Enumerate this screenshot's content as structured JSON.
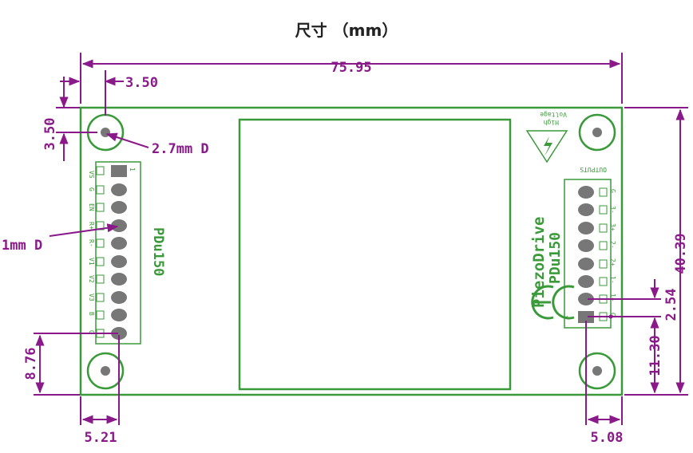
{
  "title": "尺寸 （mm）",
  "dimensions": {
    "width": "75.95",
    "height": "40.39",
    "hole_offset_x": "3.50",
    "hole_offset_y": "3.50",
    "hole_diameter": "2.7mm D",
    "pin_diameter": "1mm D",
    "left_header_offset_x": "5.21",
    "left_header_offset_y": "8.76",
    "pin_pitch": "2.54",
    "right_header_offset_y": "11.30",
    "right_header_offset_x": "5.08"
  },
  "board": {
    "left_label": "PDu150",
    "right_label_1": "PiezoDrive",
    "right_label_2": "PDu150",
    "outputs_label": "OUTPUTS",
    "hv_label_1": "High",
    "hv_label_2": "Voltage",
    "left_pins": [
      "VS",
      "G",
      "EN",
      "R+",
      "R-",
      "V1",
      "V2",
      "V3",
      "B",
      "G"
    ],
    "right_pins": [
      "G",
      "3-",
      "3+",
      "2-",
      "2+",
      "1-",
      "1+",
      "G"
    ],
    "pin1_marker": "1"
  },
  "colors": {
    "pcb": "#3a9a3a",
    "dimension": "#8a1a8a"
  }
}
